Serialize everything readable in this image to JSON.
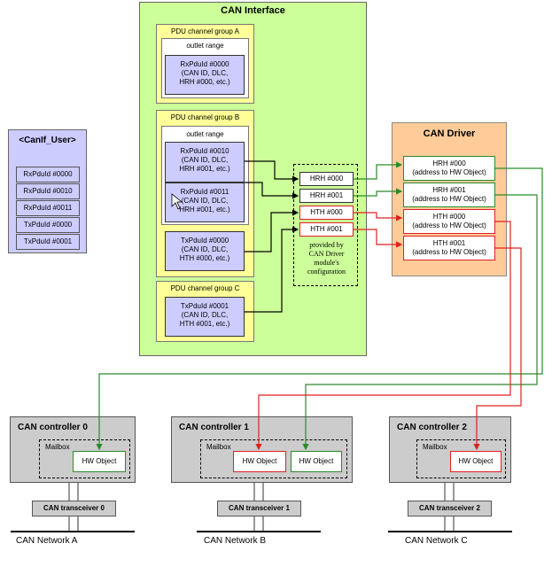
{
  "can_interface": {
    "title": "CAN Interface",
    "group_a": {
      "title": "PDU channel group A",
      "outlet": "outlet range",
      "pdu1": [
        "RxPduId #0000",
        "(CAN ID, DLC,",
        "HRH #000,  etc.)"
      ]
    },
    "group_b": {
      "title": "PDU channel group B",
      "outlet": "outlet range",
      "pdu1": [
        "RxPduId #0010",
        "(CAN ID, DLC,",
        "HRH #001,  etc.)"
      ],
      "pdu2": [
        "RxPduId #0011",
        "(CAN ID, DLC,",
        "HRH #001,  etc.)"
      ],
      "pdu3": [
        "TxPduId #0000",
        "(CAN ID, DLC,",
        "HTH #000,  etc.)"
      ]
    },
    "group_c": {
      "title": "PDU channel group C",
      "pdu1": [
        "TxPduId #0001",
        "(CAN ID, DLC,",
        "HTH #001,  etc.)"
      ]
    },
    "handles": [
      "HRH #000",
      "HRH #001",
      "HTH #000",
      "HTH #001"
    ],
    "provided_note": [
      "provided by",
      "CAN Driver",
      "module's",
      "configuration"
    ]
  },
  "canif_user": {
    "title": "<CanIf_User>",
    "rows": [
      "RxPduId #0000",
      "RxPduId #0010",
      "RxPduId #0011",
      "TxPduId #0000",
      "TxPduId #0001"
    ]
  },
  "can_driver": {
    "title": "CAN Driver",
    "rows": [
      {
        "name": "HRH #000",
        "desc": "(address to HW Object)"
      },
      {
        "name": "HRH #001",
        "desc": "(address to HW Object)"
      },
      {
        "name": "HTH #000",
        "desc": "(address to HW Object)"
      },
      {
        "name": "HTH #001",
        "desc": "(address to HW Object)"
      }
    ]
  },
  "controllers": [
    {
      "title": "CAN controller 0",
      "mailbox": "Mailbox",
      "hw": [
        "HW Object"
      ],
      "transceiver": "CAN transceiver 0",
      "network": "CAN Network A"
    },
    {
      "title": "CAN controller 1",
      "mailbox": "Mailbox",
      "hw": [
        "HW Object",
        "HW Object"
      ],
      "transceiver": "CAN transceiver 1",
      "network": "CAN Network B"
    },
    {
      "title": "CAN controller 2",
      "mailbox": "Mailbox",
      "hw": [
        "HW Object"
      ],
      "transceiver": "CAN transceiver 2",
      "network": "CAN Network C"
    }
  ],
  "colors": {
    "receive": "#2a8a2a",
    "transmit": "#e02020",
    "pdu": "#ccccff",
    "interface": "#ccff99",
    "driver": "#ffcc99",
    "group": "#ffff99",
    "controller": "#cccccc"
  }
}
